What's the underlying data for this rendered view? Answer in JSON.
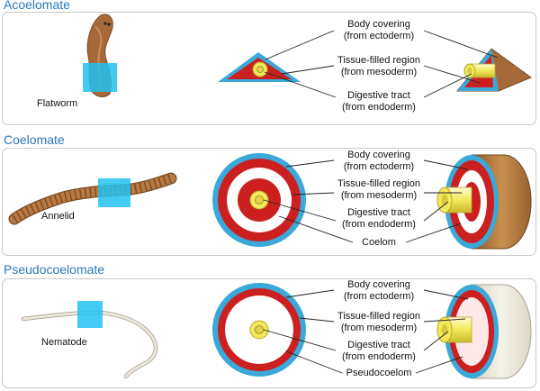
{
  "sections": [
    {
      "title": "Acoelomate",
      "organism": "Flatworm",
      "labels": [
        {
          "line1": "Body covering",
          "line2": "(from ectoderm)"
        },
        {
          "line1": "Tissue-filled region",
          "line2": "(from mesoderm)"
        },
        {
          "line1": "Digestive tract",
          "line2": "(from endoderm)"
        }
      ]
    },
    {
      "title": "Coelomate",
      "organism": "Annelid",
      "labels": [
        {
          "line1": "Body covering",
          "line2": "(from ectoderm)"
        },
        {
          "line1": "Tissue-filled region",
          "line2": "(from mesoderm)"
        },
        {
          "line1": "Digestive tract",
          "line2": "(from endoderm)"
        },
        {
          "line1": "Coelom",
          "line2": ""
        }
      ]
    },
    {
      "title": "Pseudocoelomate",
      "organism": "Nematode",
      "labels": [
        {
          "line1": "Body covering",
          "line2": "(from ectoderm)"
        },
        {
          "line1": "Tissue-filled region",
          "line2": "(from mesoderm)"
        },
        {
          "line1": "Digestive tract",
          "line2": "(from endoderm)"
        },
        {
          "line1": "Pseudocoelom",
          "line2": ""
        }
      ]
    }
  ],
  "colors": {
    "heading": "#2a78b8",
    "ectoderm": "#3aa8d8",
    "mesoderm": "#cc1f1f",
    "endoderm": "#f2e85a",
    "highlight": "#22c2f2",
    "flatworm": "#a5693a",
    "annelid": "#b87a42",
    "nematode": "#e6e0d2"
  }
}
